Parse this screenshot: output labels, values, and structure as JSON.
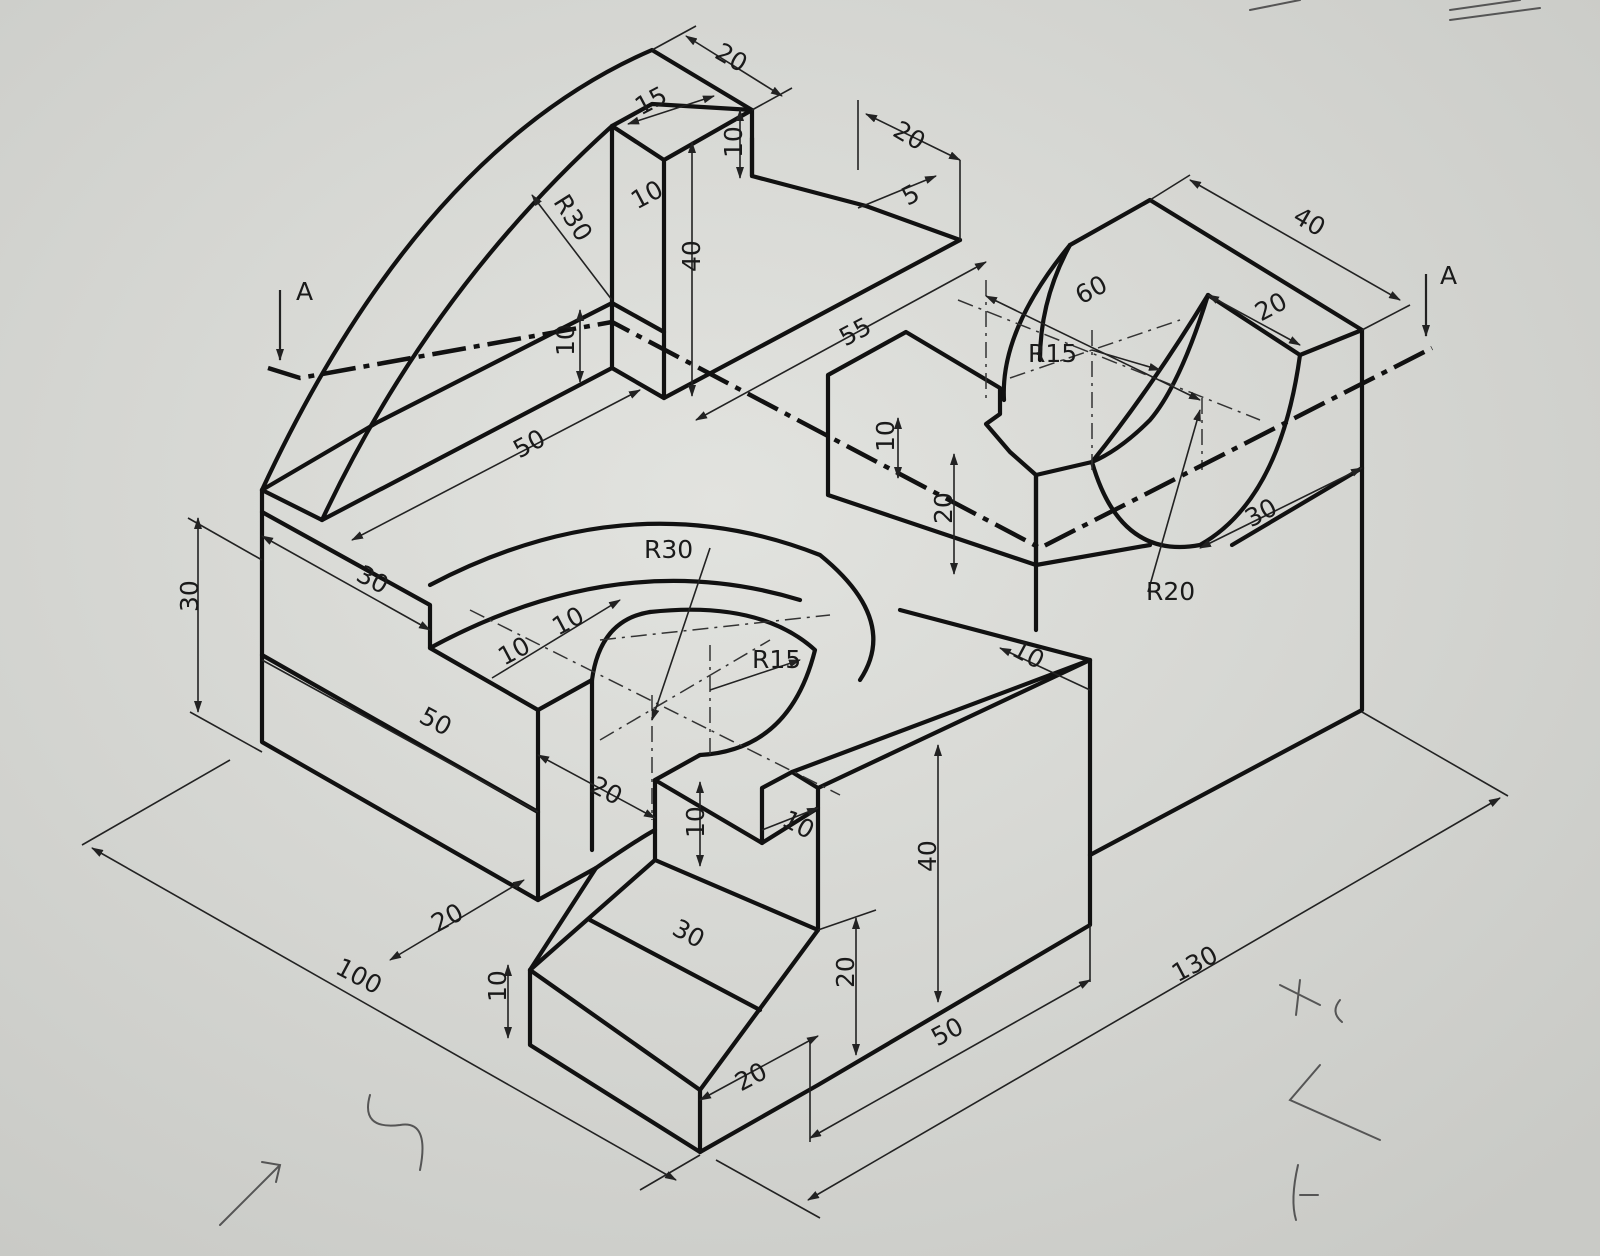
{
  "drawing": {
    "section_marks": {
      "left": "A",
      "right": "A"
    },
    "dimensions": {
      "top_width": "20",
      "top_depth": "15",
      "top_height": "10",
      "wall_step": "10",
      "rib_radius": "R30",
      "pillar_height": "40",
      "wall_height": "10",
      "base_length_left": "50",
      "rib_width": "20",
      "rib_offset": "5",
      "slot_length": "55",
      "block_depth": "40",
      "half_hole_span": "60",
      "half_hole_radius": "R15",
      "block_step": "20",
      "block_lip": "10",
      "block_rise": "20",
      "half_bore_radius": "R20",
      "block_right_depth": "30",
      "base_height": "30",
      "front_step": "30",
      "arc_radius": "R30",
      "inner_10a": "10",
      "inner_10b": "10",
      "hole_radius": "R15",
      "front_length": "50",
      "notch_width": "20",
      "notch_depth": "10",
      "corner_10": "10",
      "riser_10": "10",
      "right_height": "40",
      "offset_20": "20",
      "step_30": "30",
      "step_10": "10",
      "step_20": "20",
      "nose_20": "20",
      "front_base": "50",
      "overall_width": "100",
      "overall_length": "130"
    }
  }
}
